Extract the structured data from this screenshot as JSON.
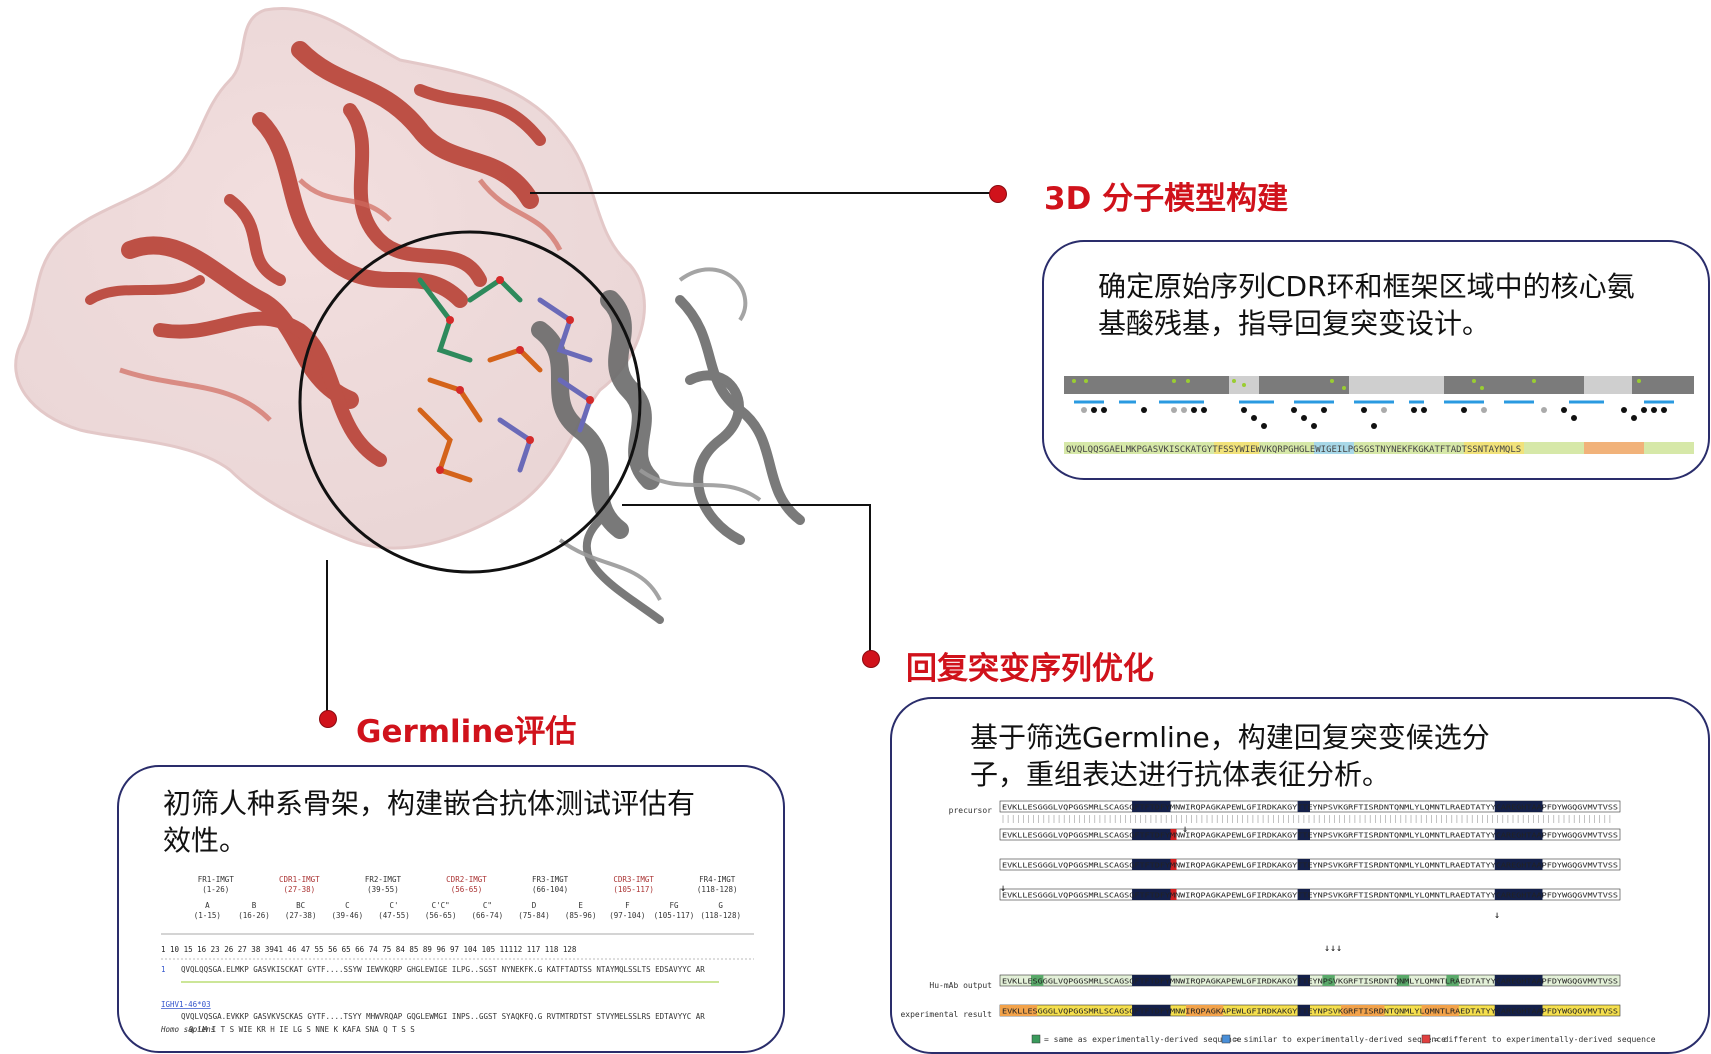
{
  "nodes": [
    {
      "id": "model",
      "title": "3D 分子模型构建",
      "desc_lines": [
        "确定原始序列CDR环和框架区域中的核心氨",
        "基酸残基，指导回复突变设计。"
      ]
    },
    {
      "id": "germline",
      "title": "Germline评估",
      "desc_lines": [
        "初筛人种系骨架，构建嵌合抗体测试评估有",
        "效性。"
      ]
    },
    {
      "id": "optimize",
      "title": "回复突变序列优化",
      "desc_lines": [
        "基于筛选Germline，构建回复突变候选分",
        "子，重组表达进行抗体表征分析。"
      ]
    }
  ],
  "germline_table": {
    "regions": [
      {
        "name": "FR1-IMGT",
        "range": "(1-26)"
      },
      {
        "name": "CDR1-IMGT",
        "range": "(27-38)"
      },
      {
        "name": "FR2-IMGT",
        "range": "(39-55)"
      },
      {
        "name": "CDR2-IMGT",
        "range": "(56-65)"
      },
      {
        "name": "FR3-IMGT",
        "range": "(66-104)"
      },
      {
        "name": "CDR3-IMGT",
        "range": "(105-117)"
      },
      {
        "name": "FR4-IMGT",
        "range": "(118-128)"
      }
    ],
    "strands": [
      "A",
      "B",
      "BC",
      "C",
      "C'",
      "C'C\"",
      "C\"",
      "D",
      "E",
      "F",
      "FG",
      "G"
    ],
    "strand_ranges": [
      "(1-15)",
      "(16-26)",
      "(27-38)",
      "(39-46)",
      "(47-55)",
      "(56-65)",
      "(66-74)",
      "(75-84)",
      "(85-96)",
      "(97-104)",
      "(105-117)",
      "(118-128)"
    ],
    "positions": "1        10  15 16    23 26 27        38 3941  46 47    55 56     65 66     74 75      84 85   89    96 97   104 105 11112 117 118    128",
    "row_label": "1",
    "query_seq": "QVQLQQSGA.ELMKP GASVKISCKAT GYTF....SSYW IEWVKQRP GHGLEWIGE ILPG..SGST NYNEKFK.G KATFTADTSS NTAYMQLSSLTS EDSAVYYC AR",
    "germline_link": "IGHV1-46*03",
    "germline_seq": "QVQLVQSGA.EVKKP GASVKVSCKAS GYTF....TSYY MHWVRQAP GQGLEWMGI INPS..GGST SYAQKFQ.G RVTMTRDTST STVYMELSSLRS EDTAVYYC AR",
    "species": "Homo sapiens",
    "diff_residues": "Q   LM     I  T        S WIE KR  H   IE  LG  S    NNE  K   KAFA  SNA Q  T   S   S"
  },
  "alignment": {
    "labels": [
      "precursor",
      "Hu-mAb output",
      "experimental result"
    ],
    "sequence": "EVKLLESGGGLVQPGGSMRLSCAGSGFTFTDFYMNWIRQPAGKAPEWLGFIRDKAKGYTTEYNPSVKGRFTISRDNTQNMLYLQMNTLRAEDTATYYCAREGHTAAPFDYWGQGVMVTVSS",
    "legend": [
      {
        "label": "= same as experimentally-derived sequence",
        "color": "#3a9a5c"
      },
      {
        "label": "= similar to experimentally-derived sequence",
        "color": "#4a8fd8"
      },
      {
        "label": "= different to experimentally-derived sequence",
        "color": "#e04040"
      }
    ]
  },
  "colors": {
    "accent": "#d0121b",
    "frame": "#2a2d6b"
  }
}
